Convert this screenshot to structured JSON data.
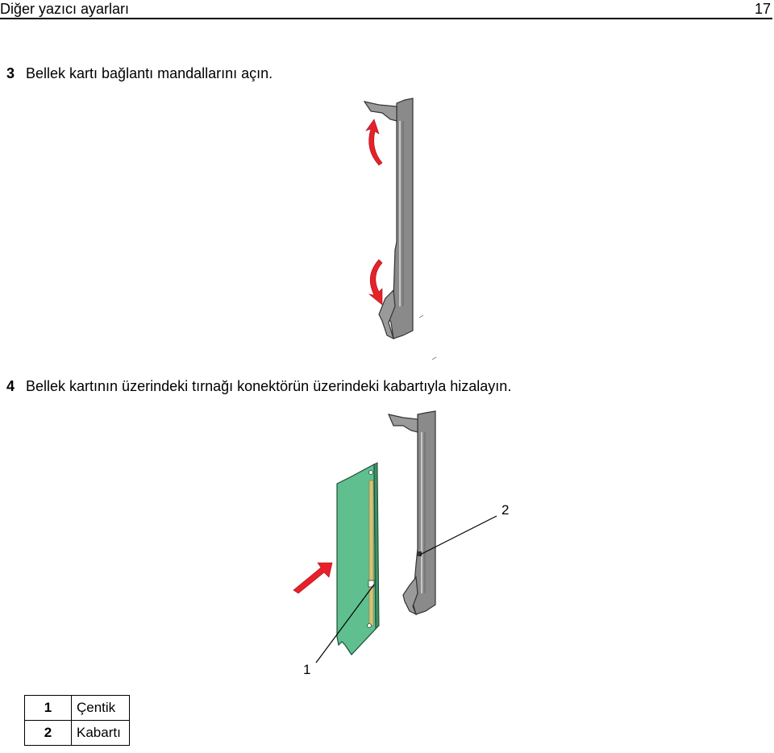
{
  "header": {
    "title": "Diğer yazıcı ayarları",
    "page_number": "17"
  },
  "steps": [
    {
      "number": "3",
      "text": "Bellek kartı bağlantı mandallarını açın."
    },
    {
      "number": "4",
      "text": "Bellek kartının üzerindeki tırnağı konektörün üzerindeki kabartıyla hizalayın."
    }
  ],
  "figure2_callouts": {
    "one": "1",
    "two": "2"
  },
  "legend": [
    {
      "number": "1",
      "label": "Çentik"
    },
    {
      "number": "2",
      "label": "Kabartı"
    }
  ],
  "colors": {
    "connector_gray": "#8a8a8a",
    "arrow_red": "#e8202a",
    "card_green": "#5fbf8f",
    "contacts_gold": "#d9c27a"
  }
}
